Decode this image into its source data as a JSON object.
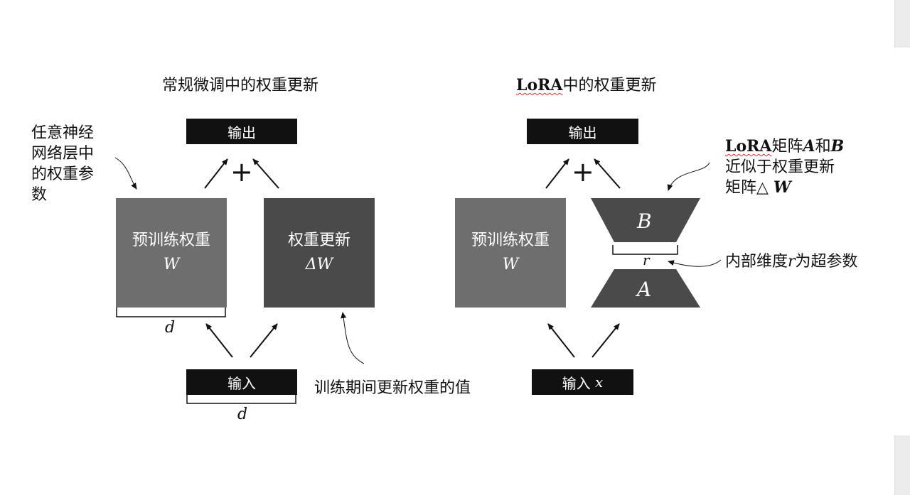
{
  "left": {
    "title": "常规微调中的权重更新",
    "output_label": "输出",
    "input_label": "输入",
    "plus": "+",
    "pretrained_label": "预训练权重",
    "pretrained_symbol": "W",
    "delta_label": "权重更新",
    "delta_symbol": "ΔW",
    "dim_symbol": "d",
    "input_dim_symbol": "d",
    "annotation_any_layer": "任意神经网络层中的权重参数",
    "annotation_training": "训练期间更新权重的值"
  },
  "right": {
    "title_prefix": "LoRA",
    "title_suffix": "中的权重更新",
    "output_label": "输出",
    "input_label": "输入",
    "input_symbol": "x",
    "plus": "+",
    "pretrained_label": "预训练权重",
    "pretrained_symbol": "W",
    "matrix_b": "B",
    "matrix_a": "A",
    "rank_symbol": "r",
    "annotation_lora_prefix": "LoRA",
    "annotation_lora_mid": "矩阵",
    "annotation_lora_a": "A",
    "annotation_lora_and": "和",
    "annotation_lora_b": "B",
    "annotation_lora_line2": "近似于权重更新",
    "annotation_lora_line3": "矩阵△",
    "annotation_lora_w": "W",
    "annotation_rank_prefix": "内部维度",
    "annotation_rank_symbol": "r",
    "annotation_rank_suffix": "为超参数"
  },
  "colors": {
    "pretrained": "#6e6e6e",
    "delta": "#4a4a4a",
    "box_black": "#111111"
  }
}
